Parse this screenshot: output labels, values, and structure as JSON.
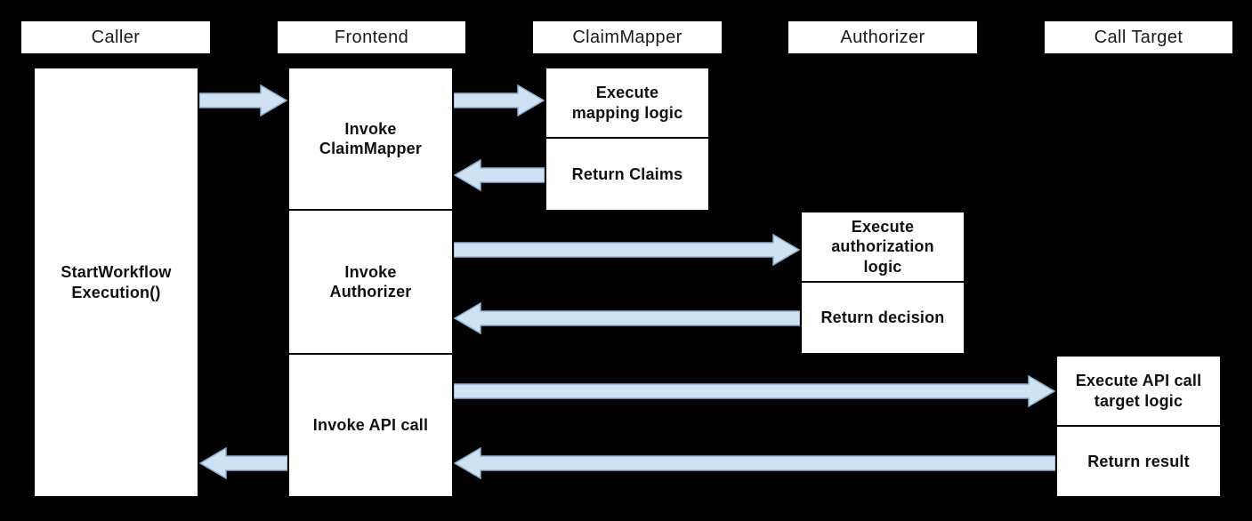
{
  "title": "Workflow execution sequence diagram",
  "colors": {
    "background": "#000000",
    "box_fill": "#ffffff",
    "box_border": "#000000",
    "arrow_fill": "#cfe2f3",
    "arrow_stroke": "#8db0d3"
  },
  "headers": {
    "caller": "Caller",
    "frontend": "Frontend",
    "claimmapper": "ClaimMapper",
    "authorizer": "Authorizer",
    "calltarget": "Call Target"
  },
  "boxes": {
    "caller_main": "StartWorkflow\nExecution()",
    "frontend_invoke_claimmapper": "Invoke\nClaimMapper",
    "frontend_invoke_authorizer": "Invoke\nAuthorizer",
    "frontend_invoke_api_call": "Invoke API call",
    "claimmapper_execute": "Execute\nmapping logic",
    "claimmapper_return": "Return Claims",
    "authorizer_execute": "Execute\nauthorization\nlogic",
    "authorizer_return": "Return decision",
    "calltarget_execute": "Execute API call\ntarget logic",
    "calltarget_return": "Return result"
  },
  "arrows": [
    {
      "from": "Caller",
      "to": "Frontend",
      "direction": "right"
    },
    {
      "from": "Frontend",
      "to": "ClaimMapper",
      "direction": "right"
    },
    {
      "from": "ClaimMapper",
      "to": "Frontend",
      "direction": "left"
    },
    {
      "from": "Frontend",
      "to": "Authorizer",
      "direction": "right"
    },
    {
      "from": "Authorizer",
      "to": "Frontend",
      "direction": "left"
    },
    {
      "from": "Frontend",
      "to": "Call Target",
      "direction": "right"
    },
    {
      "from": "Call Target",
      "to": "Frontend",
      "direction": "left"
    },
    {
      "from": "Frontend",
      "to": "Caller",
      "direction": "left"
    }
  ]
}
